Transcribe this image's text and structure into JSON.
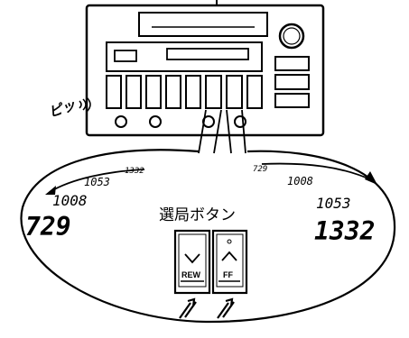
{
  "sound": "ピッ",
  "caption": "選局ボタン",
  "buttons": {
    "rew": {
      "label": "REW",
      "arrow": "chevron-down-icon"
    },
    "ff": {
      "label": "FF",
      "arrow": "chevron-up-icon"
    }
  },
  "left_readout": {
    "large": "729",
    "mid": "1008",
    "small": "1053",
    "smallest": "1332"
  },
  "right_readout": {
    "large": "1332",
    "mid": "1053",
    "small": "1008",
    "smallest": "729"
  }
}
